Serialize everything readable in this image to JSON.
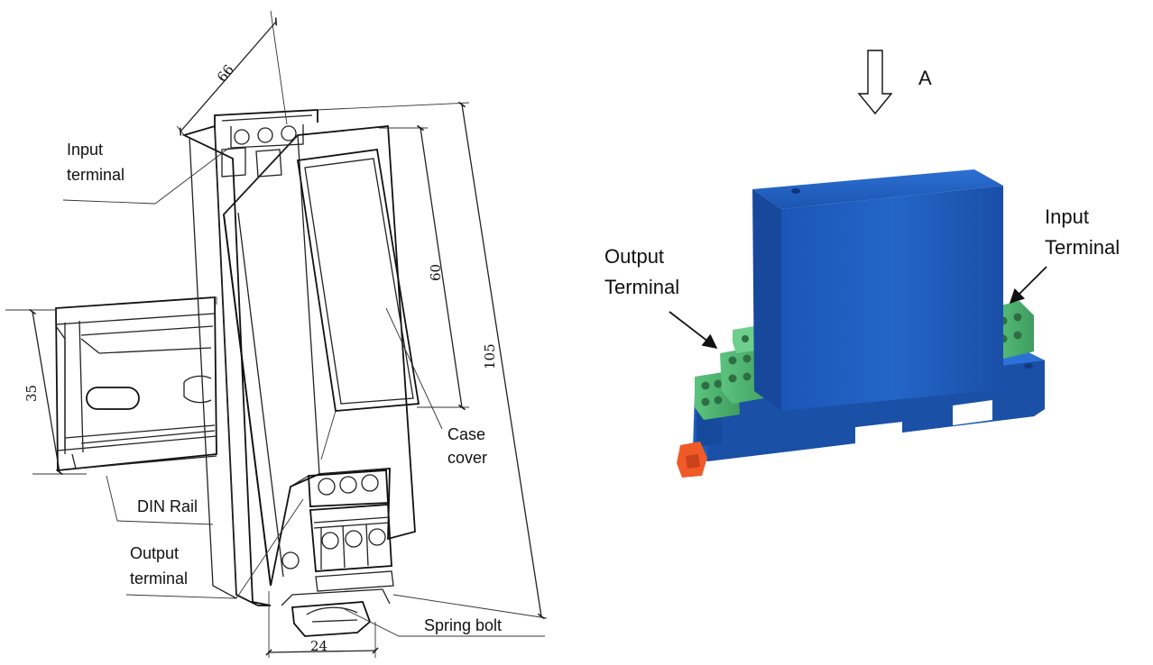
{
  "drawing": {
    "dimensions": {
      "depth": "66",
      "cover_height": "60",
      "total_height": "105",
      "rail_height": "35",
      "width": "24"
    },
    "callouts": {
      "input_terminal": [
        "Input",
        "terminal"
      ],
      "din_rail": "DIN Rail",
      "output_terminal": [
        "Output",
        "terminal"
      ],
      "case_cover": [
        "Case",
        "cover"
      ],
      "spring_bolt": "Spring bolt"
    }
  },
  "photo": {
    "view_marker": "A",
    "callouts": {
      "input_terminal": [
        "Input",
        "Terminal"
      ],
      "output_terminal": [
        "Output",
        "Terminal"
      ]
    },
    "colors": {
      "housing": "#1f5fbf",
      "terminals": "#4cb572",
      "latch": "#f05a28"
    }
  }
}
